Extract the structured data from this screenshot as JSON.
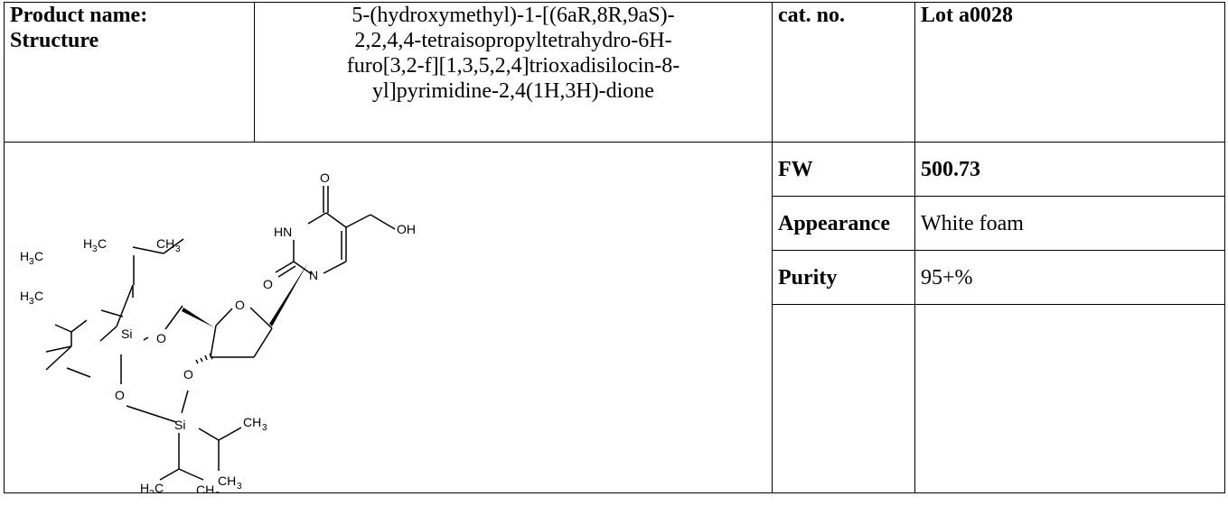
{
  "labels": {
    "product_name": "Product name:",
    "structure": "Structure",
    "cat_no": "cat. no.",
    "fw": "FW",
    "appearance": "Appearance",
    "purity": "Purity"
  },
  "product": {
    "name_lines": [
      "5-(hydroxymethyl)-1-[(6aR,8R,9aS)-",
      "2,2,4,4-tetraisopropyltetrahydro-6H-",
      "furo[3,2-f][1,3,5,2,4]trioxadisilocin-8-",
      "yl]pyrimidine-2,4(1H,3H)-dione"
    ],
    "cat_no": "Lot a0028",
    "fw": "500.73",
    "appearance": "White foam",
    "purity": "95+%"
  },
  "structure_labels": {
    "o_top": "O",
    "hn": "HN",
    "oh": "OH",
    "o_c2": "O",
    "n1": "N",
    "o_ring": "O",
    "ch3": "CH",
    "h3c": "H",
    "c": "C",
    "sub3": "3",
    "si": "Si",
    "o": "O"
  }
}
